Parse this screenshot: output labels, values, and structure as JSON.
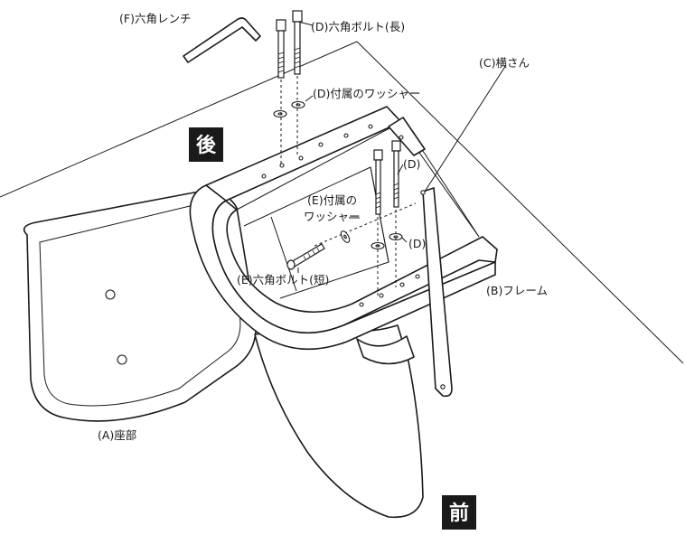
{
  "labels": {
    "hex_wrench": "(F)六角レンチ",
    "hex_bolt_long": "(D)六角ボルト(長)",
    "washer_d": "(D)付属のワッシャー",
    "crossbar": "(C)横さん",
    "bolt_d_1": "(D)",
    "washer_e_line1": "(E)付属の",
    "washer_e_line2": "ワッシャー",
    "bolt_d_2": "(D)",
    "hex_bolt_short": "(E)六角ボルト(短)",
    "frame": "(B)フレーム",
    "seat": "(A)座部"
  },
  "badges": {
    "rear": "後",
    "front": "前"
  },
  "colors": {
    "ink": "#1a1a1a",
    "badge_bg": "#1a1a1a",
    "badge_text": "#ffffff",
    "paper": "#ffffff"
  }
}
